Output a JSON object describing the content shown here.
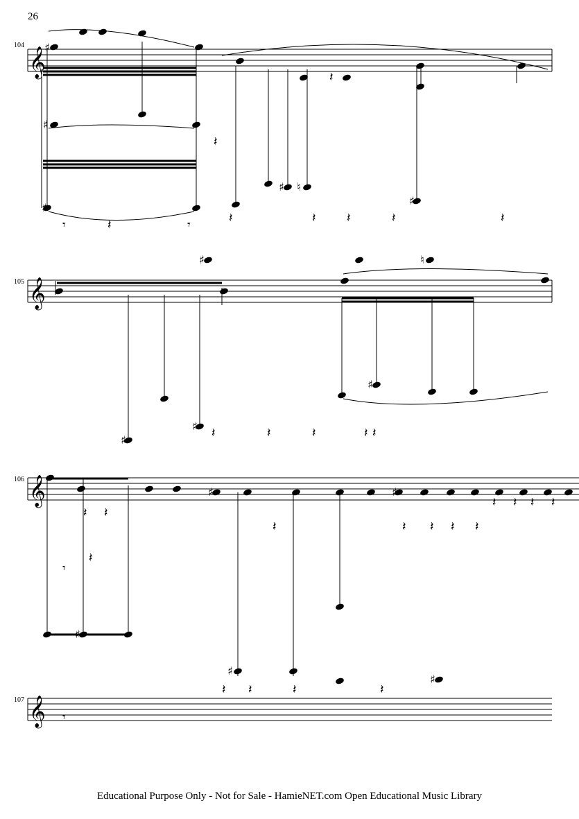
{
  "page": {
    "number": "26",
    "footer": "Educational Purpose Only - Not for Sale - HamieNET.com Open Educational Music Library"
  },
  "systems": [
    {
      "measure": "104"
    },
    {
      "measure": "105"
    },
    {
      "measure": "106"
    },
    {
      "measure": "107"
    }
  ],
  "glyphs": {
    "treble_clef": "𝄞",
    "sharp": "♯",
    "natural": "♮",
    "quarter_rest": "𝄽",
    "eighth_rest": "𝄾"
  },
  "colors": {
    "ink": "#000000",
    "paper": "#ffffff"
  }
}
